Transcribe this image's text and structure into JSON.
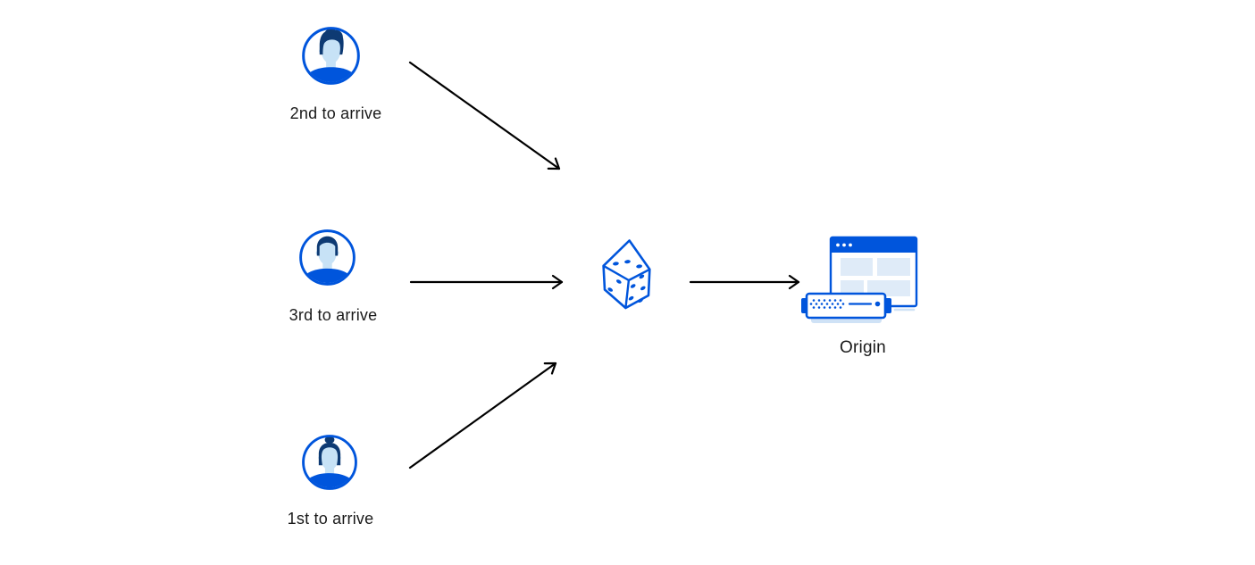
{
  "diagram": {
    "colors": {
      "background": "#ffffff",
      "accent": "#0055dc",
      "face": "#c7e2f6",
      "hair": "#0e3a73",
      "panel": "#dfebf8",
      "tray": "#cfe2f6",
      "arrow": "#000000",
      "text": "#1a1a1a"
    },
    "clients": [
      {
        "label": "2nd to arrive",
        "icon": "male-quiff-avatar-icon"
      },
      {
        "label": "3rd to arrive",
        "icon": "male-short-hair-avatar-icon"
      },
      {
        "label": "1st to arrive",
        "icon": "female-bun-avatar-icon"
      }
    ],
    "randomizer": {
      "icon": "dice-icon",
      "pips_visible": {
        "top_face": 3,
        "left_face": 2,
        "right_face": 5
      }
    },
    "origin": {
      "label": "Origin",
      "icon": "origin-server-browser-icon"
    },
    "arrows": [
      {
        "from": "client-2nd-to-arrive",
        "to": "dice"
      },
      {
        "from": "client-3rd-to-arrive",
        "to": "dice"
      },
      {
        "from": "client-1st-to-arrive",
        "to": "dice"
      },
      {
        "from": "dice",
        "to": "origin"
      }
    ]
  }
}
